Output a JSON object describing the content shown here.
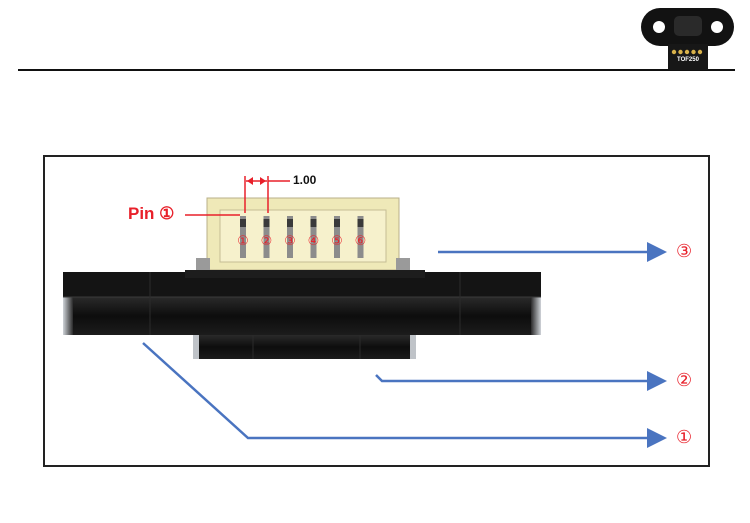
{
  "logo": {
    "text": "TOF250",
    "icon": "tof250-module-icon"
  },
  "diagram": {
    "pin_label": "Pin ①",
    "pin_pitch_label": "1.00",
    "pin_numbers": [
      "①",
      "②",
      "③",
      "④",
      "⑤",
      "⑥"
    ],
    "callouts": [
      "③",
      "②",
      "①"
    ]
  },
  "colors": {
    "accent": "#e8202a",
    "arrow": "#4a74c0",
    "body": "#111111",
    "connector": "#efe9b8"
  }
}
